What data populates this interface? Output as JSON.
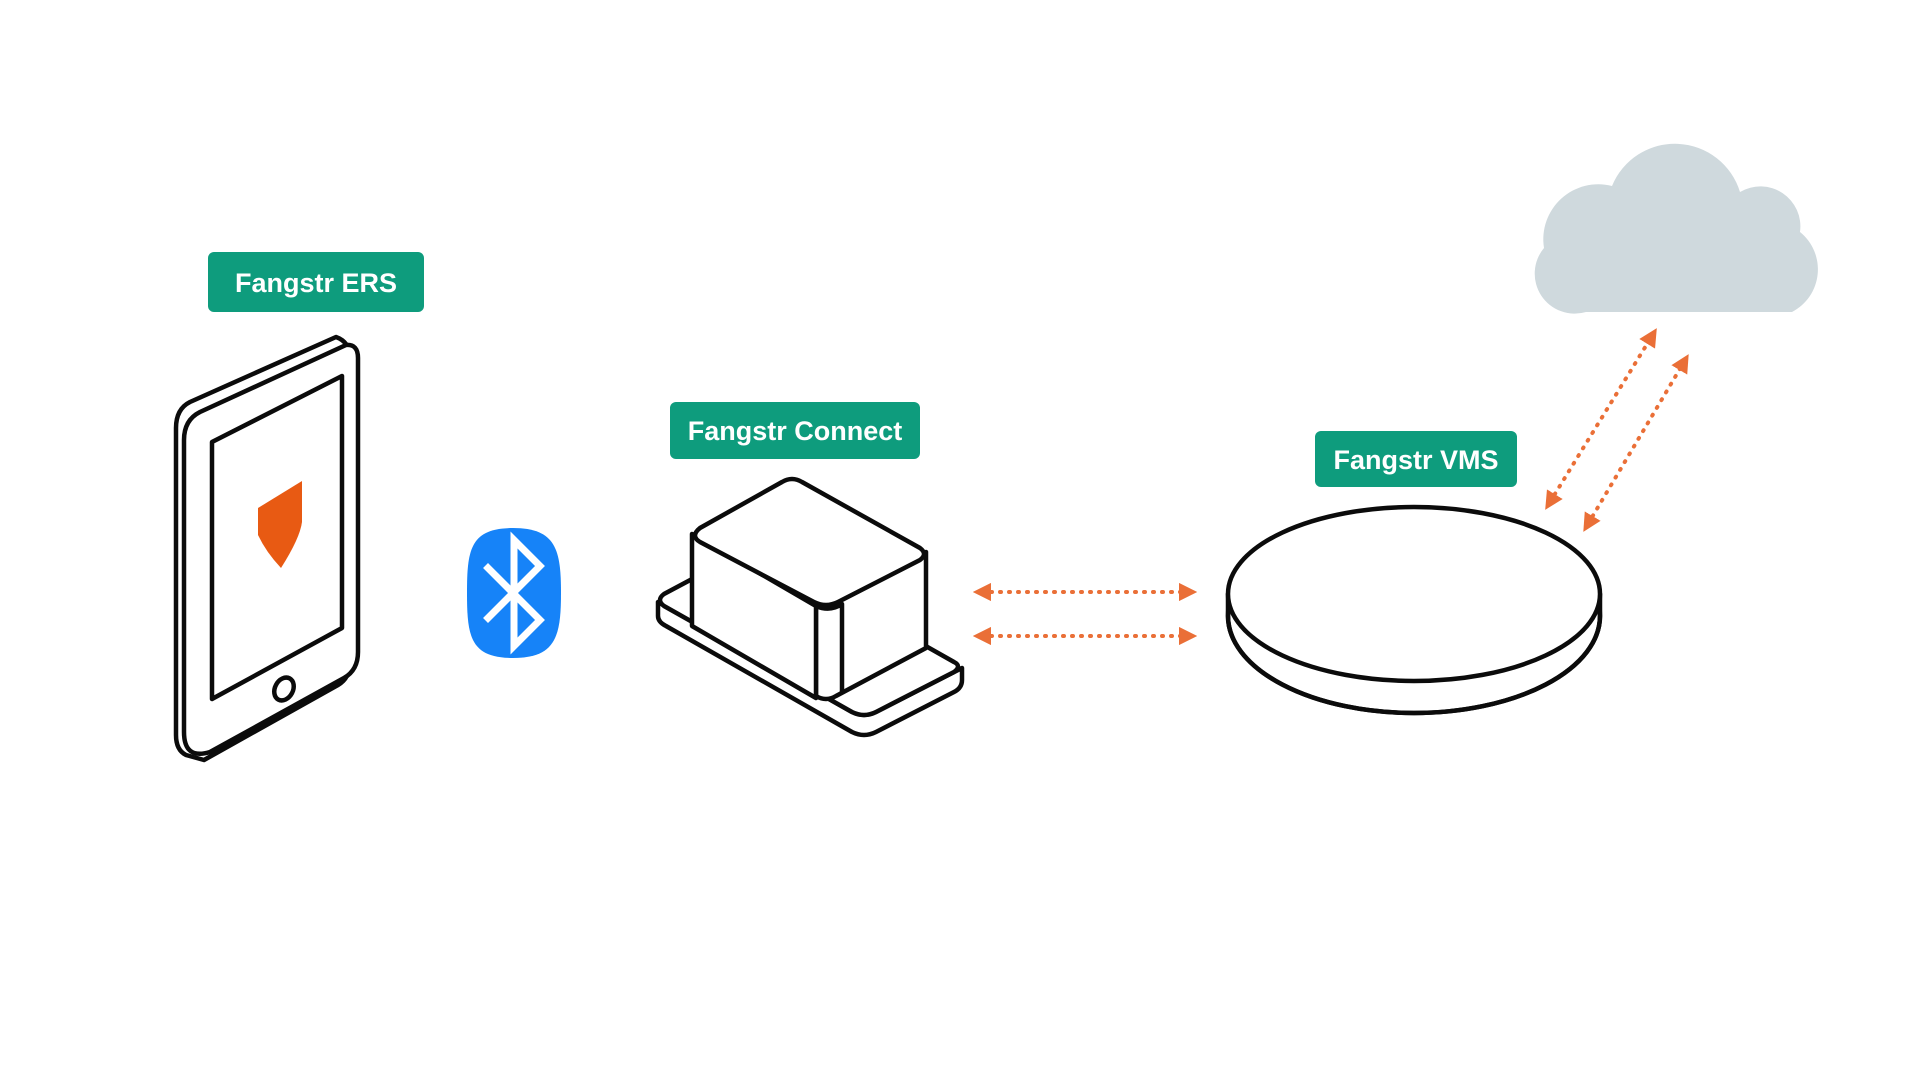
{
  "diagram": {
    "nodes": {
      "ers": {
        "label": "Fangstr ERS"
      },
      "connect": {
        "label": "Fangstr Connect"
      },
      "vms": {
        "label": "Fangstr VMS"
      }
    },
    "icons": {
      "phone": "tablet-icon",
      "shield": "shield-logo-icon",
      "bluetooth": "bluetooth-icon",
      "connect_device": "connect-box-device-icon",
      "vms_device": "vms-disc-device-icon",
      "cloud": "cloud-icon"
    },
    "links": [
      {
        "from": "connect",
        "to": "vms",
        "style": "dotted-bidirectional"
      },
      {
        "from": "connect",
        "to": "vms",
        "style": "dotted-bidirectional"
      },
      {
        "from": "vms",
        "to": "cloud",
        "style": "dotted-bidirectional"
      },
      {
        "from": "vms",
        "to": "cloud",
        "style": "dotted-bidirectional"
      }
    ],
    "colors": {
      "label_bg": "#0E9C7D",
      "label_text": "#FFFFFF",
      "arrow": "#EA6F37",
      "bluetooth": "#1683F8",
      "shield": "#E85A13",
      "cloud": "#CFD9DD",
      "outline": "#0B0B0B"
    }
  }
}
